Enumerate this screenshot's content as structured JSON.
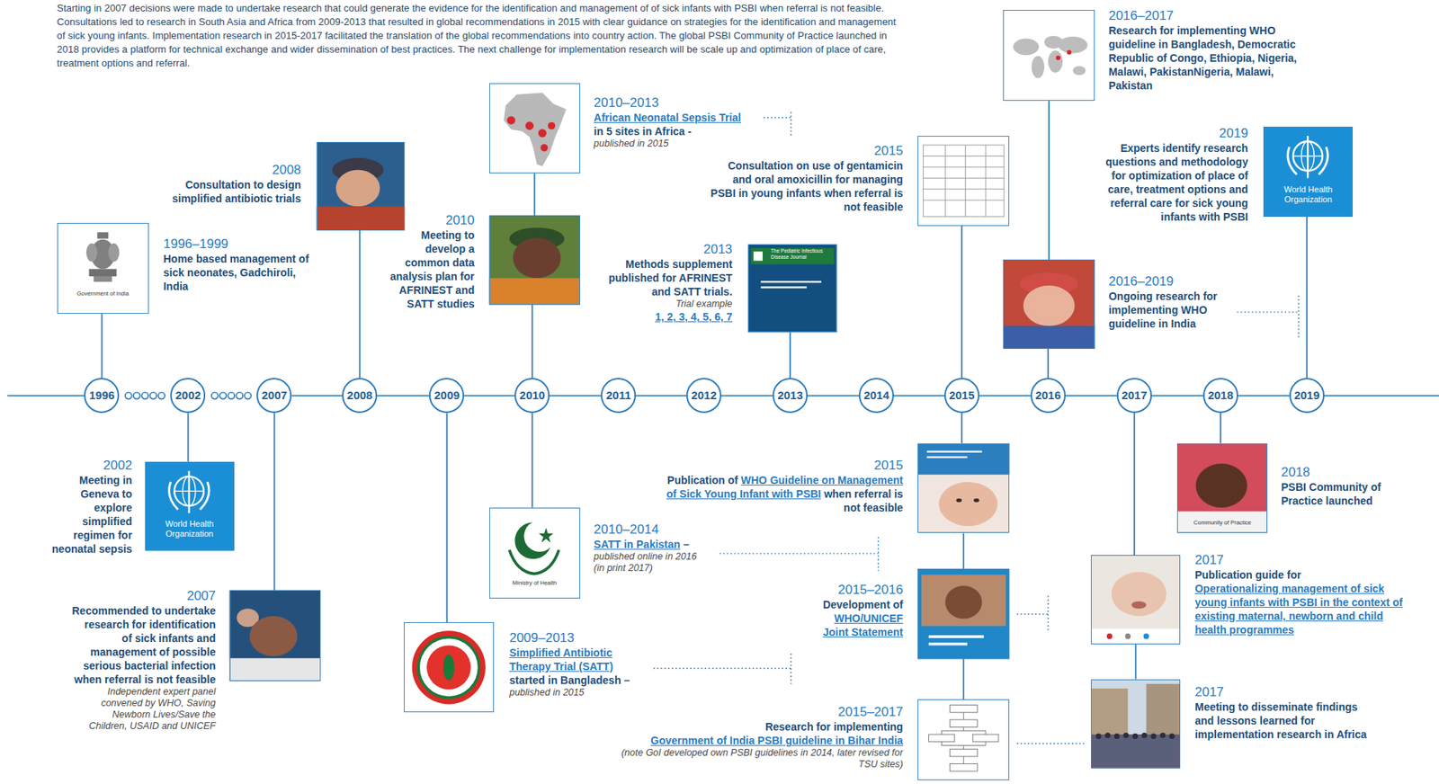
{
  "diagram": {
    "nodes": [
      {
        "text": [
          "1996"
        ]
      },
      {
        "text": [
          "2002"
        ]
      },
      {
        "text": [
          "2007"
        ]
      },
      {
        "text": [
          "2008"
        ]
      },
      {
        "text": [
          "2009"
        ]
      },
      {
        "text": [
          "2010"
        ]
      },
      {
        "text": [
          "2011"
        ]
      },
      {
        "text": [
          "2012"
        ]
      },
      {
        "text": [
          "2013"
        ]
      },
      {
        "text": [
          "2014"
        ]
      },
      {
        "text": [
          "2015"
        ]
      },
      {
        "text": [
          "2016"
        ]
      },
      {
        "text": [
          "2017"
        ]
      },
      {
        "text": [
          "2018"
        ]
      },
      {
        "text": [
          "2019"
        ]
      },
      {
        "text": [
          "1996–1999",
          "Home based management of sick neonates, Gadchiroli, India"
        ]
      },
      {
        "text": [
          "2002",
          "Meeting in Geneva to explore simplified regimen for neonatal sepsis"
        ]
      },
      {
        "text": [
          "2007",
          "Recommended to undertake research for identification of sick infants and management of possible serious bacterial infection when referral is not feasible",
          "Independent expert panel convened by WHO, Saving Newborn Lives/Save the Children, USAID and UNICEF"
        ]
      },
      {
        "text": [
          "2008",
          "Consultation to design simplified antibiotic trials"
        ]
      },
      {
        "text": [
          "2009–2013",
          "Simplified Antibiotic Therapy Trial (SATT)",
          "started in Bangladesh –",
          "published in 2015"
        ]
      },
      {
        "text": [
          "2010",
          "Meeting to develop a common data analysis plan for AFRINEST and SATT studies"
        ]
      },
      {
        "text": [
          "2010–2013",
          "African Neonatal Sepsis Trial",
          "in 5 sites in Africa -",
          "published in 2015"
        ]
      },
      {
        "text": [
          "2010–2014",
          "SATT in Pakistan",
          "–",
          "published online in 2016 (in print 2017)"
        ]
      },
      {
        "text": [
          "2013",
          "Methods supplement published for AFRINEST and SATT trials.",
          "Trial example",
          "1, 2, 3, 4, 5, 6, 7"
        ]
      },
      {
        "text": [
          "2015",
          "Consultation on use of gentamicin and oral amoxicillin for managing PSBI in young infants when referral is not feasible"
        ]
      },
      {
        "text": [
          "2015",
          "Publication of",
          "WHO Guideline on Management of Sick Young Infant with PSBI",
          "when referral is not feasible"
        ]
      },
      {
        "text": [
          "2015–2016",
          "Development of",
          "WHO/UNICEF Joint Statement"
        ]
      },
      {
        "text": [
          "2015–2017",
          "Research for implementing",
          "Government of India PSBI guideline in Bihar India",
          "(note GoI developed own PSBI guidelines in 2014, later revised for TSU sites)"
        ]
      },
      {
        "text": [
          "2016–2017",
          "Research for implementing WHO guideline in Bangladesh, Democratic Republic of Congo, Ethiopia, Nigeria, Malawi, PakistanNigeria, Malawi, Pakistan"
        ]
      },
      {
        "text": [
          "2016–2019",
          "Ongoing research for implementing WHO guideline in India"
        ]
      },
      {
        "text": [
          "2017",
          "Publication guide for",
          "Operationalizing management of sick young infants with PSBI in the context of existing maternal, newborn and child health programmes"
        ]
      },
      {
        "text": [
          "2017",
          "Meeting to disseminate findings and lessons learned for implementation research in Africa"
        ]
      },
      {
        "text": [
          "2018",
          "PSBI Community of Practice launched"
        ]
      },
      {
        "text": [
          "2019",
          "Experts identify research questions and methodology for optimization of place of care, treatment options and referral care for sick young infants with PSBI"
        ]
      }
    ],
    "edges": [
      {
        "from": 15,
        "to": 0,
        "arrow": "none"
      },
      {
        "from": 1,
        "to": 16,
        "arrow": "none"
      },
      {
        "from": 2,
        "to": 17,
        "arrow": "none"
      },
      {
        "from": 18,
        "to": 3,
        "arrow": "none"
      },
      {
        "from": 4,
        "to": 19,
        "arrow": "none"
      },
      {
        "from": 20,
        "to": 5,
        "arrow": "none"
      },
      {
        "from": 21,
        "to": 20,
        "arrow": "none"
      },
      {
        "from": 5,
        "to": 22,
        "arrow": "none"
      },
      {
        "from": 23,
        "to": 8,
        "arrow": "none"
      },
      {
        "from": 24,
        "to": 10,
        "arrow": "none"
      },
      {
        "from": 10,
        "to": 25,
        "arrow": "none"
      },
      {
        "from": 25,
        "to": 26,
        "arrow": "none"
      },
      {
        "from": 26,
        "to": 27,
        "arrow": "none"
      },
      {
        "from": 28,
        "to": 29,
        "arrow": "none"
      },
      {
        "from": 29,
        "to": 11,
        "arrow": "none"
      },
      {
        "from": 12,
        "to": 30,
        "arrow": "none"
      },
      {
        "from": 30,
        "to": 31,
        "arrow": "none"
      },
      {
        "from": 13,
        "to": 32,
        "arrow": "none"
      },
      {
        "from": 33,
        "to": 14,
        "arrow": "none"
      }
    ],
    "labels": [
      "Starting in 2007 decisions were made to undertake research that could generate the evidence for the identification and management of of sick infants with PSBI when referral is not feasible. Consultations led to research in South Asia and Africa from 2009-2013 that resulted in global recommendations in 2015 with clear guidance on strategies for the identification and management of sick young infants. Implementation research in 2015-2017 facilitated the translation of the global recommendations into country action. The global PSBI Community of Practice launched in 2018 provides a platform for technical exchange and wider dissemination of best practices. The next challenge for implementation research will be scale up and optimization of place of care, treatment options and referral.",
      "Government of India",
      "World Health Organization",
      "Ministry of Health",
      "The Pediatric Infectious Disease Journal",
      "Community of Practice",
      "World Health Organization"
    ]
  }
}
